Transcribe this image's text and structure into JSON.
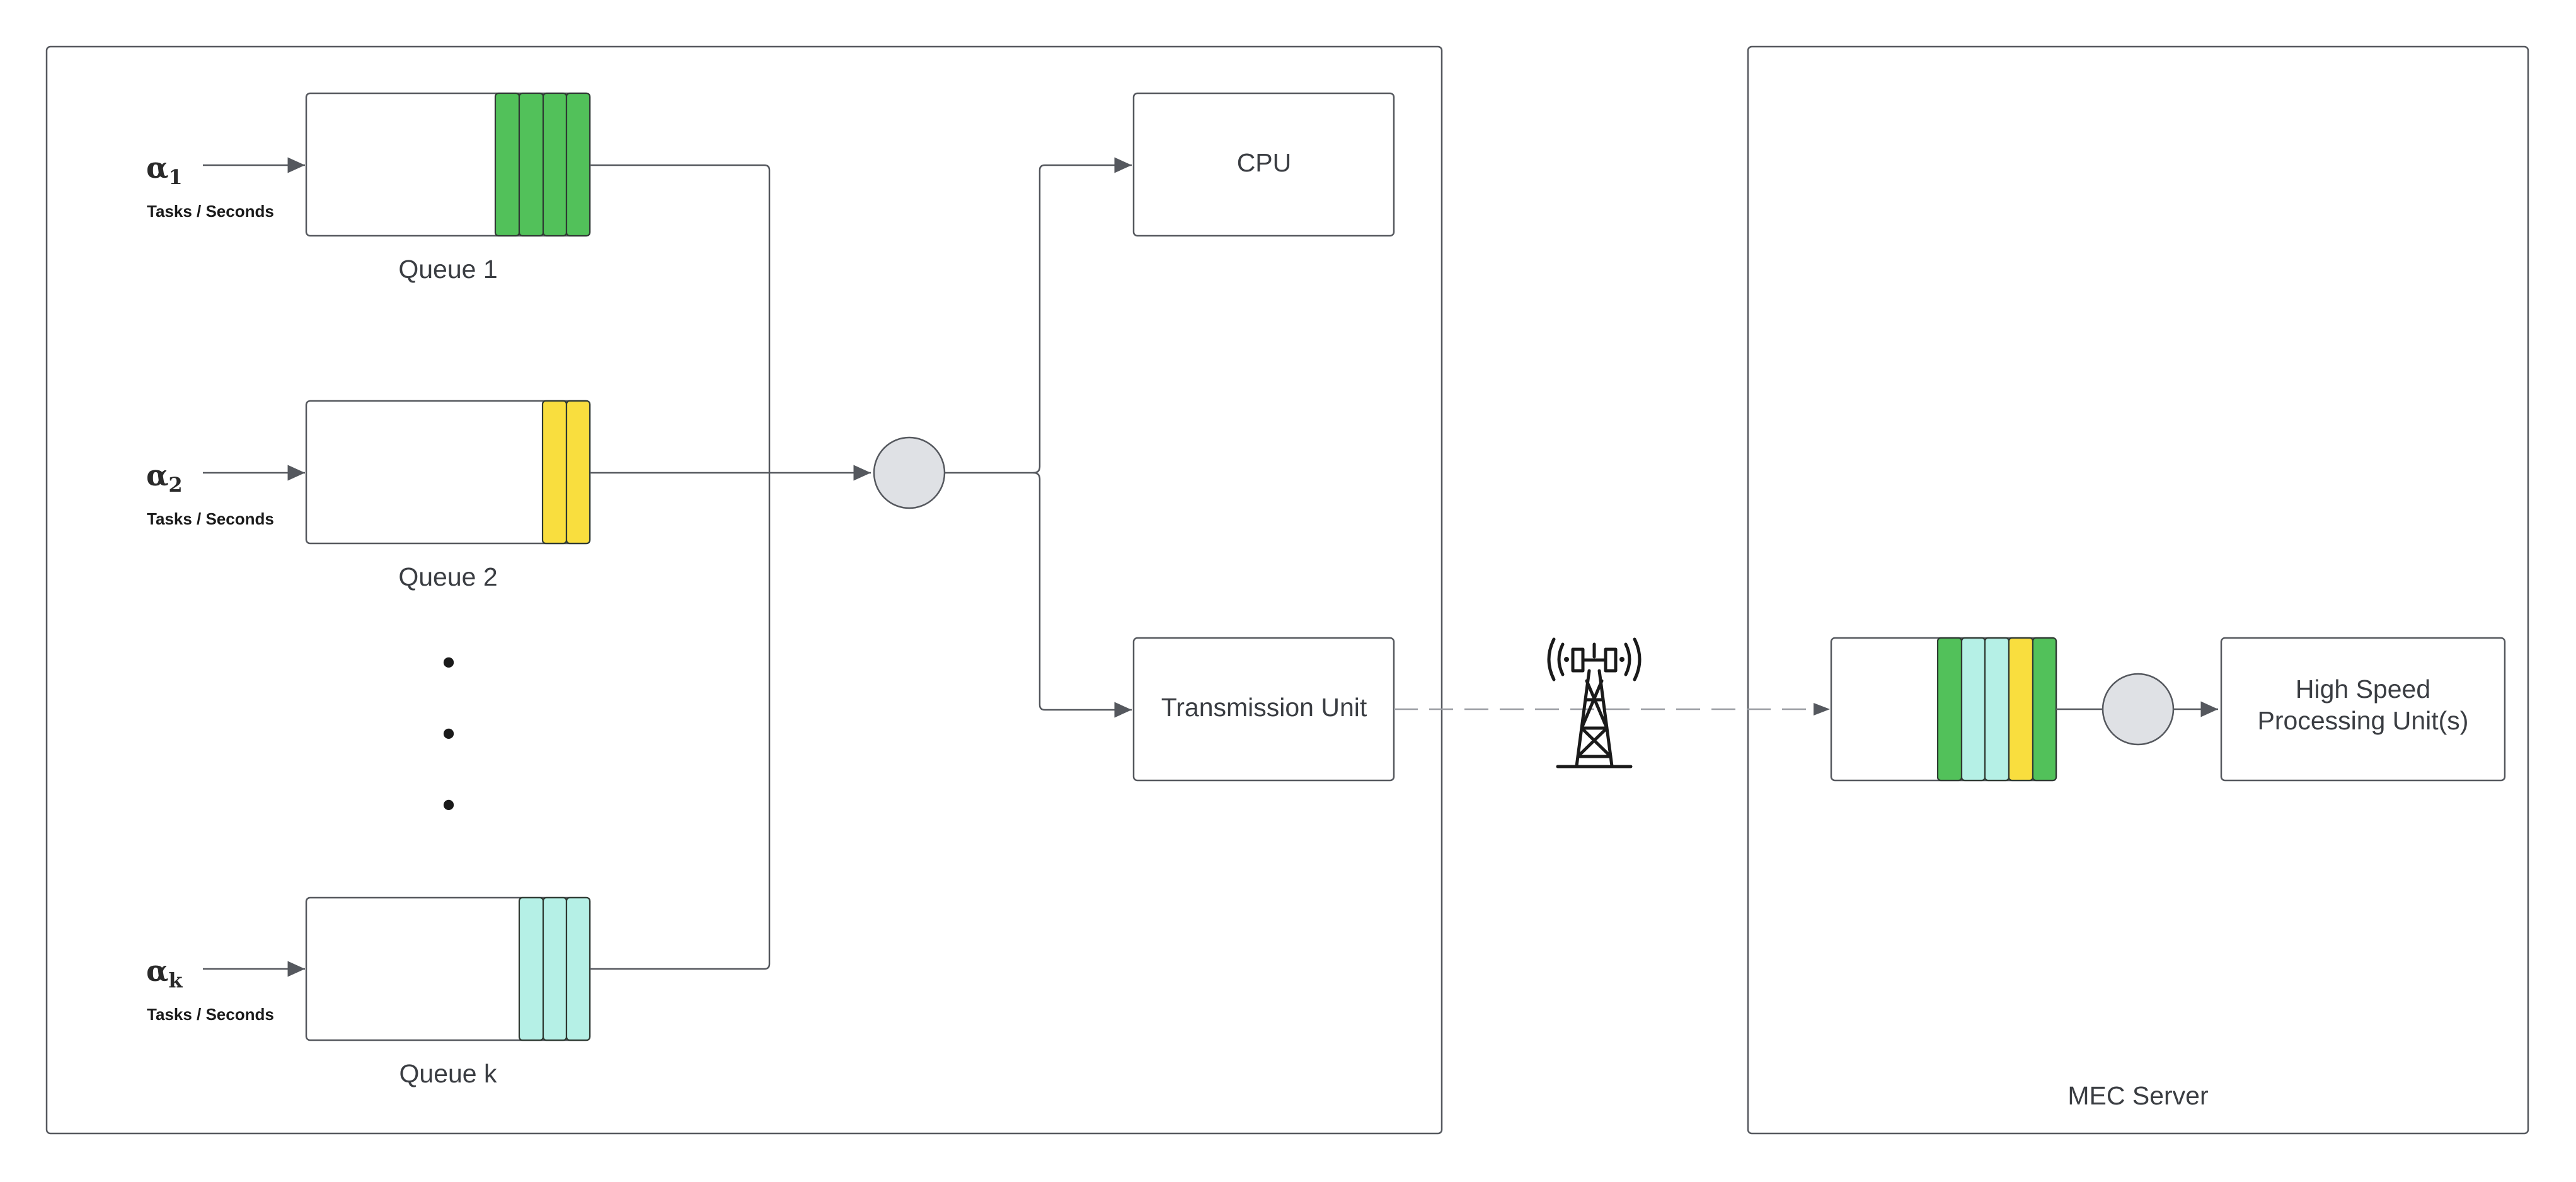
{
  "colors": {
    "green": "#52c15a",
    "yellow": "#f9de3e",
    "mint": "#b5f0e6",
    "node": "#dfe1e5",
    "stroke": "#55585e"
  },
  "queues": [
    {
      "alpha": "α",
      "subscript": "1",
      "rate": "Tasks / Seconds",
      "label": "Queue 1",
      "slots": [
        "green",
        "green",
        "green",
        "green"
      ]
    },
    {
      "alpha": "α",
      "subscript": "2",
      "rate": "Tasks / Seconds",
      "label": "Queue 2",
      "slots": [
        "yellow",
        "yellow"
      ]
    },
    {
      "alpha": "α",
      "subscript": "k",
      "rate": "Tasks / Seconds",
      "label": "Queue k",
      "slots": [
        "mint",
        "mint",
        "mint"
      ]
    }
  ],
  "ellipsis": "•",
  "cpu": {
    "label": "CPU"
  },
  "transmission": {
    "label": "Transmission Unit"
  },
  "tower_icon": "cell-tower-icon",
  "mec": {
    "label": "MEC Server",
    "queue_slots": [
      "green",
      "mint",
      "mint",
      "yellow",
      "green"
    ],
    "processor": {
      "line1": "High Speed",
      "line2": "Processing Unit(s)"
    }
  }
}
